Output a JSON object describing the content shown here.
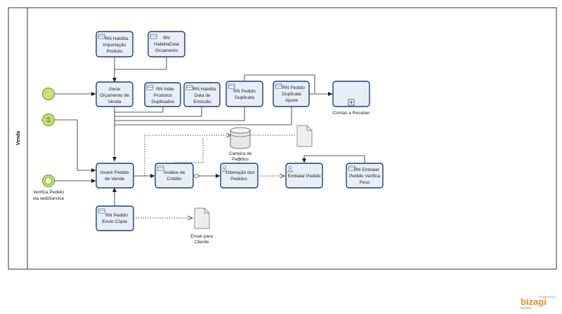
{
  "lane": {
    "label": "Venda"
  },
  "tasks": {
    "rn_import": {
      "lines": [
        "RN Habilita",
        "Importação",
        "Produto"
      ]
    },
    "rn_data_orc": {
      "lines": [
        "RN",
        "HabilitaData",
        "Orcamento"
      ]
    },
    "gerar_orc": {
      "lines": [
        "Gerar",
        "Orçamento de",
        "Venda"
      ]
    },
    "rn_inibe": {
      "lines": [
        "RN Inibe",
        "Produtos",
        "Duplicados"
      ]
    },
    "rn_emissao": {
      "lines": [
        "RN Habilita",
        "Data de",
        "Emissão"
      ]
    },
    "rn_dup": {
      "lines": [
        "RN Pedido",
        "Duplicata"
      ]
    },
    "rn_dup_aj": {
      "lines": [
        "RN Pedido",
        "Duplicata",
        "Ajuste"
      ]
    },
    "inserir": {
      "lines": [
        "Inserir Pedido",
        "de Venda"
      ]
    },
    "analise": {
      "lines": [
        "Análise de",
        "Crédito"
      ]
    },
    "liberacao": {
      "lines": [
        "Liberação dos",
        "Pedidos"
      ]
    },
    "embalar": {
      "lines": [
        "Embalar Pedido"
      ]
    },
    "rn_embalar": {
      "lines": [
        "RN Embalar",
        "Pedido Verifica",
        "Peso"
      ]
    },
    "rn_envio": {
      "lines": [
        "RN Pedido",
        "Envio Cópia"
      ]
    }
  },
  "subprocess": {
    "lines": [
      "Contas a Receber"
    ]
  },
  "datastore": {
    "lines": [
      "Carteira de",
      "Pedidos"
    ]
  },
  "documents": {
    "email": {
      "lines": [
        "Email para",
        "Cliente"
      ]
    }
  },
  "events": {
    "webservice": {
      "lines": [
        "Verifica Pedido",
        "via webService"
      ]
    }
  },
  "branding": {
    "powered": "Powered by",
    "name": "bizagi",
    "product": "Modeler"
  },
  "colors": {
    "task_fill": "#e8eef8",
    "task_stroke": "#1f3f6e",
    "start_fill": "#c4e27a",
    "start_stroke": "#6e8f2c"
  }
}
